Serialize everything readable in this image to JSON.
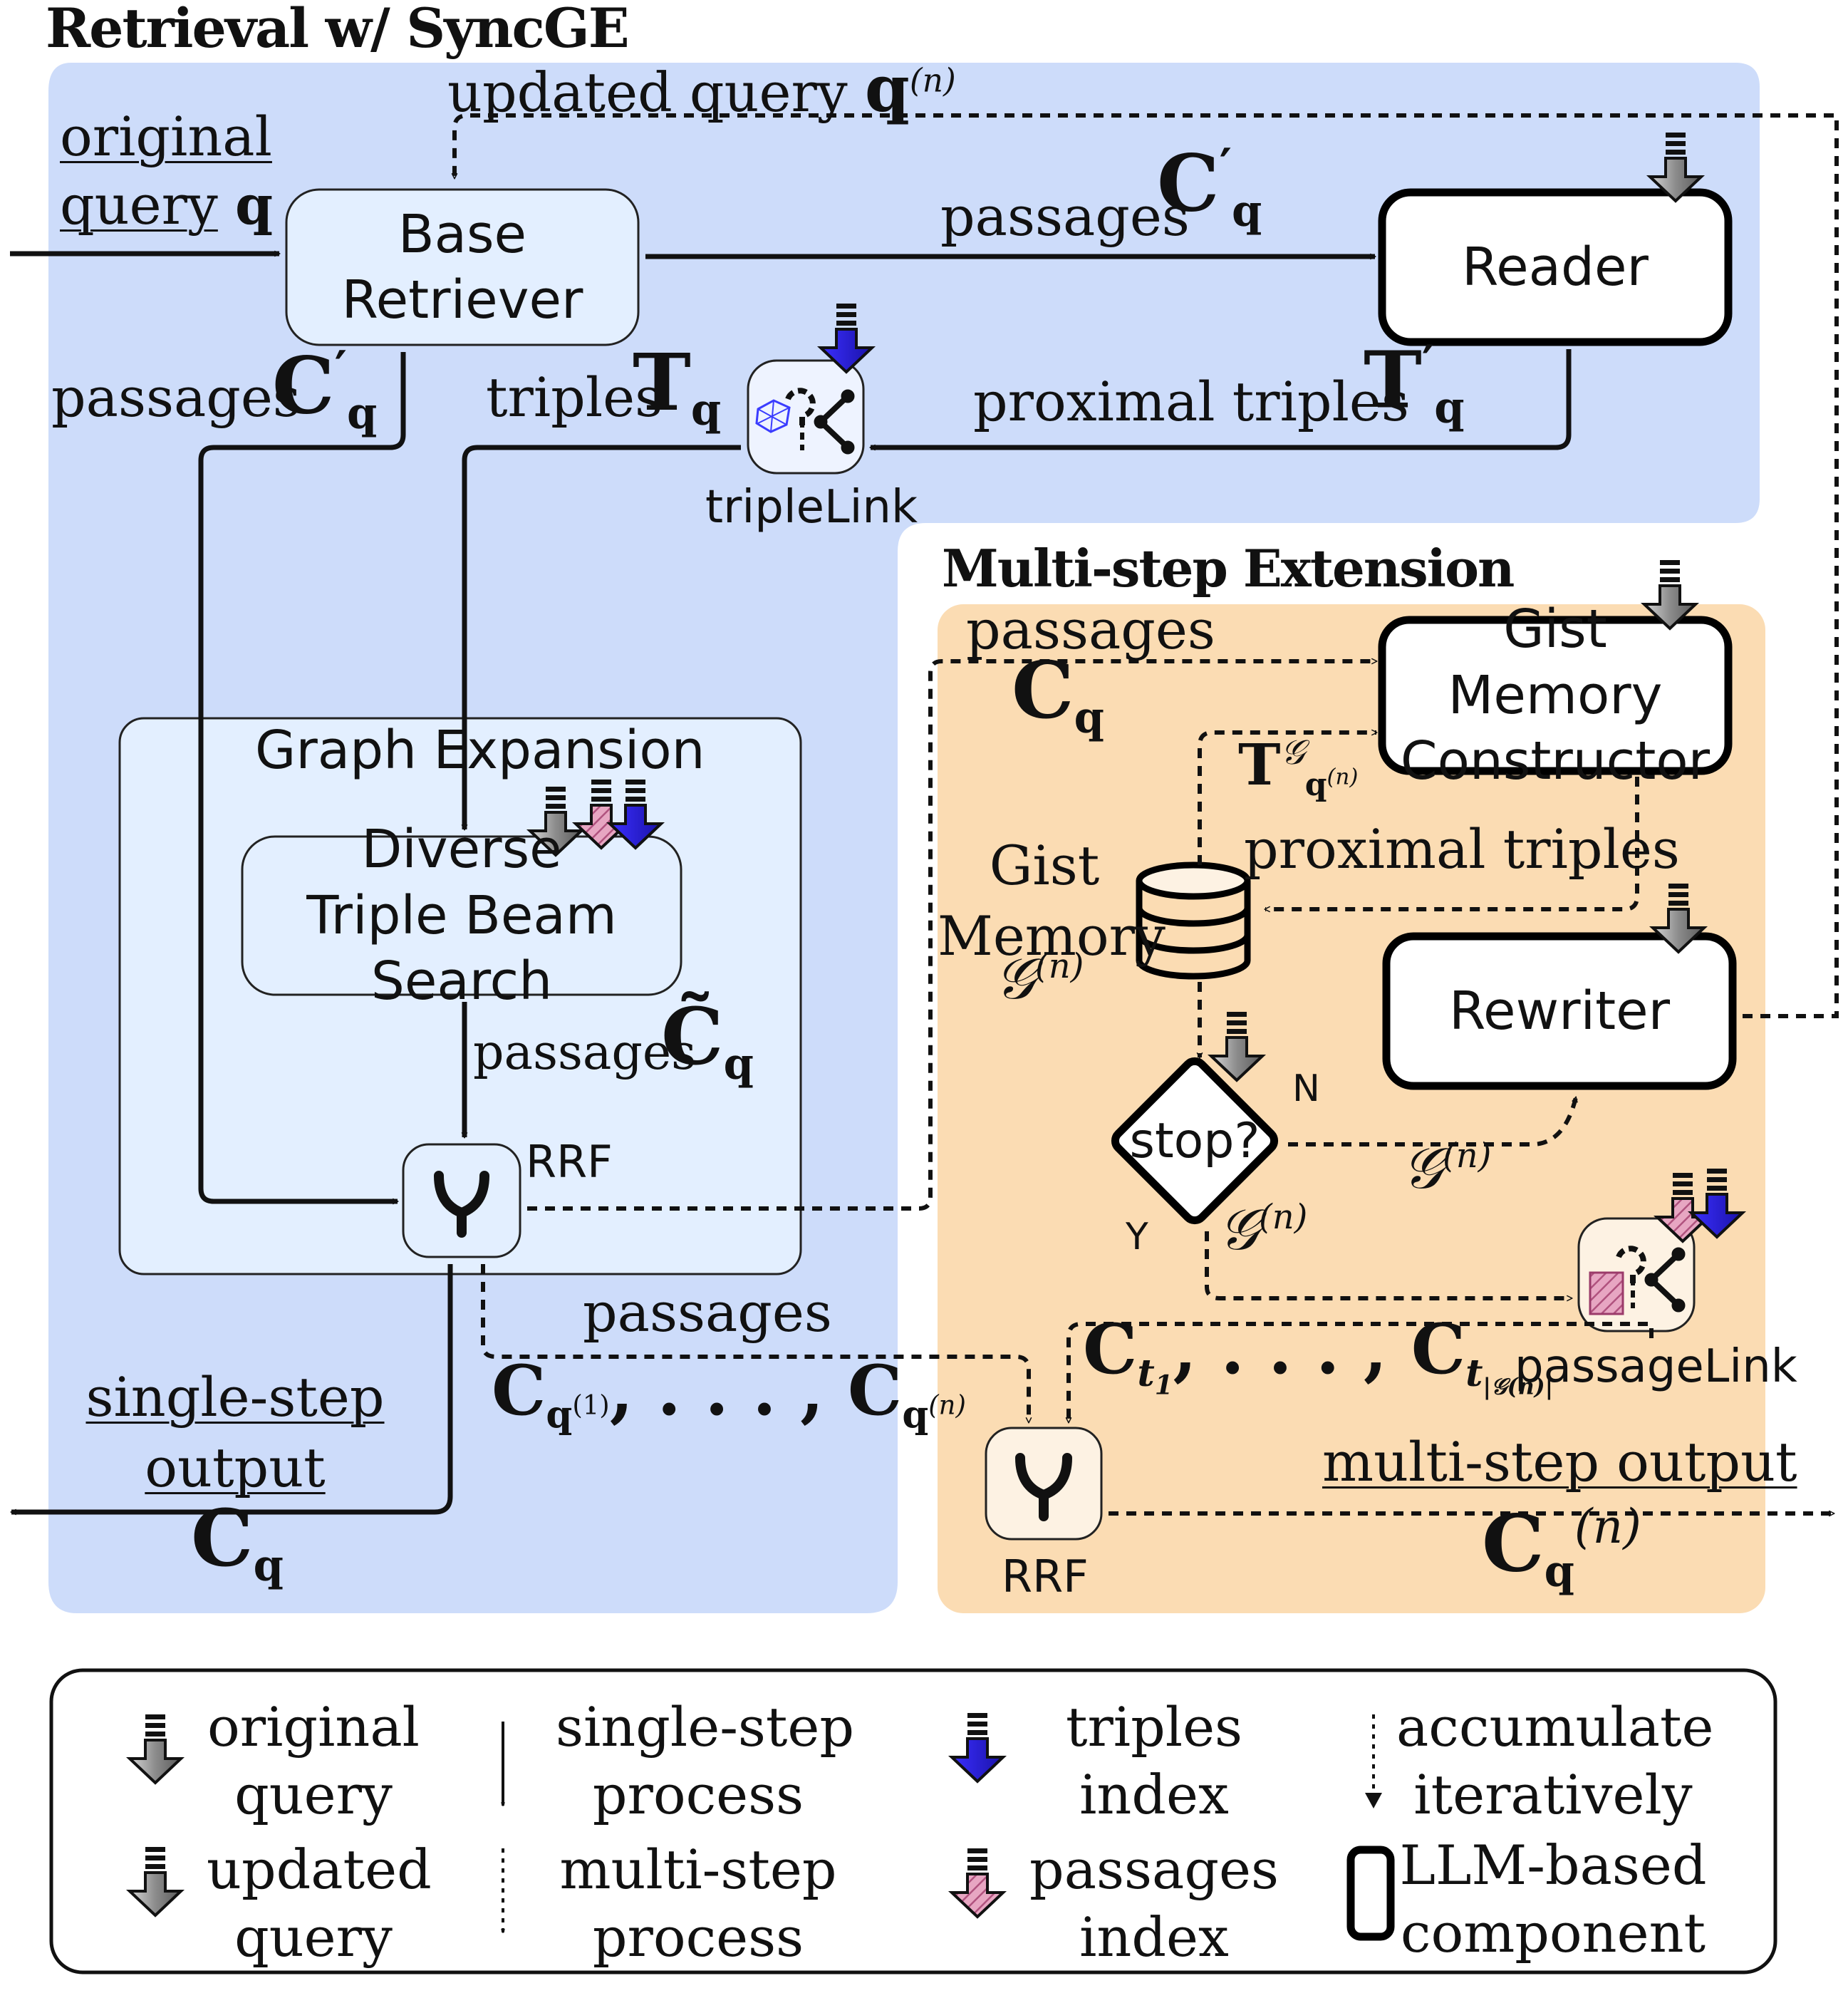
{
  "sections": {
    "retrieval_title": "Retrieval w/ SyncGE",
    "multistep_title": "Multi-step Extension",
    "graph_expansion_title": "Graph Expansion"
  },
  "nodes": {
    "base_retriever": "Base Retriever",
    "reader": "Reader",
    "diverse_triple_beam_search": "Diverse Triple Beam Search",
    "gist_memory_constructor": "Gist Memory Constructor",
    "rewriter": "Rewriter",
    "stop": "stop?",
    "rrf1": "RRF",
    "rrf2": "RRF",
    "triplelink": "tripleLink",
    "passagelink": "passageLink",
    "gist_memory": "Gist Memory"
  },
  "edges": {
    "updated_query": "updated query",
    "original_query_1": "original",
    "original_query_2": "query",
    "passages_top": "passages",
    "passages_left": "passages",
    "triples": "triples",
    "proximal_triples_top": "proximal triples",
    "passages_ms": "passages",
    "proximal_triples_ms": "proximal triples",
    "passages_beam": "passages",
    "passages_bottom": "passages",
    "single_step_1": "single-step",
    "single_step_2": "output",
    "multi_step_output": "multi-step output",
    "n_label": "N",
    "y_label": "Y"
  },
  "legend": {
    "original_query": [
      "original",
      "query"
    ],
    "updated_query": [
      "updated",
      "query"
    ],
    "single_step": [
      "single-step",
      "process"
    ],
    "multi_step": [
      "multi-step",
      "process"
    ],
    "triples_index": [
      "triples",
      "index"
    ],
    "passages_index": [
      "passages",
      "index"
    ],
    "accumulate": [
      "accumulate",
      "iteratively"
    ],
    "llm_component": [
      "LLM-based",
      "component"
    ]
  },
  "colors": {
    "blue_region": "#cddcfa",
    "inner_blue": "#e3efff",
    "orange_region": "#fbdcb3",
    "triples_index": "#2a1ee0",
    "passages_index": "#c9739a",
    "query_gray": "#9a9a9a"
  }
}
